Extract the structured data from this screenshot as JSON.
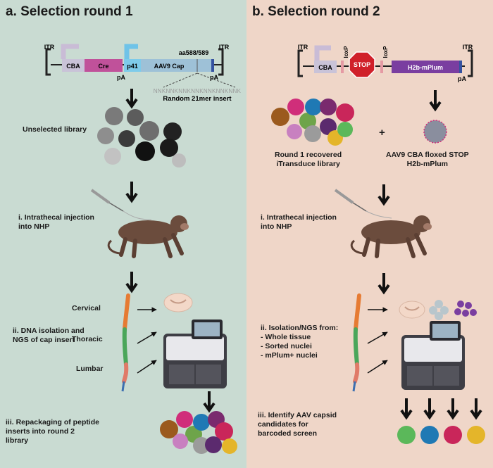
{
  "panel_a": {
    "title": "a. Selection round 1",
    "construct": {
      "itr_left": "ITR",
      "cba": "CBA",
      "cre": "Cre",
      "pa1": "pA",
      "p41": "p41",
      "cap": "AAV9 Cap",
      "aa_site": "aa588/589",
      "itr_right": "ITR",
      "pa2": "pA",
      "insert_seq": "NNKNNKNNKNNKNNKNNKNNK",
      "insert_label": "Random 21mer insert"
    },
    "unselected": "Unselected library",
    "step1": [
      "i. Intrathecal injection",
      "into NHP"
    ],
    "cervical": "Cervical",
    "thoracic": "Thoracic",
    "lumbar": "Lumbar",
    "step2": [
      "ii. DNA isolation and",
      "NGS of cap insert"
    ],
    "step3": [
      "iii. Repackaging of peptide",
      "inserts into round 2",
      "library"
    ]
  },
  "panel_b": {
    "title": "b. Selection round 2",
    "construct": {
      "itr_left": "ITR",
      "cba": "CBA",
      "loxp1": "loxP",
      "stop": "STOP",
      "loxp2": "loxP",
      "h2b": "H2b-mPlum",
      "itr_right": "ITR",
      "pa": "pA"
    },
    "round1": [
      "Round 1 recovered",
      "iTransduce library"
    ],
    "plus": "+",
    "aav9": [
      "AAV9 CBA floxed STOP",
      "H2b-mPlum"
    ],
    "step1": [
      "i. Intrathecal injection",
      "into NHP"
    ],
    "step2": [
      "ii. Isolation/NGS from:",
      "- Whole tissue",
      "- Sorted nuclei",
      "- mPlum+ nuclei"
    ],
    "step3": [
      "iii. Identify AAV capsid",
      "candidates for",
      "barcoded screen"
    ]
  },
  "colors": {
    "panel_a_bg": "#c9dbd2",
    "panel_b_bg": "#efd6c8",
    "cre": "#c0519a",
    "cap": "#9ec1d7",
    "h2b": "#7a3ea0",
    "stop": "#d0202a",
    "spinal_cervical": "#e67b33",
    "spinal_thoracic": "#4aa65a"
  }
}
